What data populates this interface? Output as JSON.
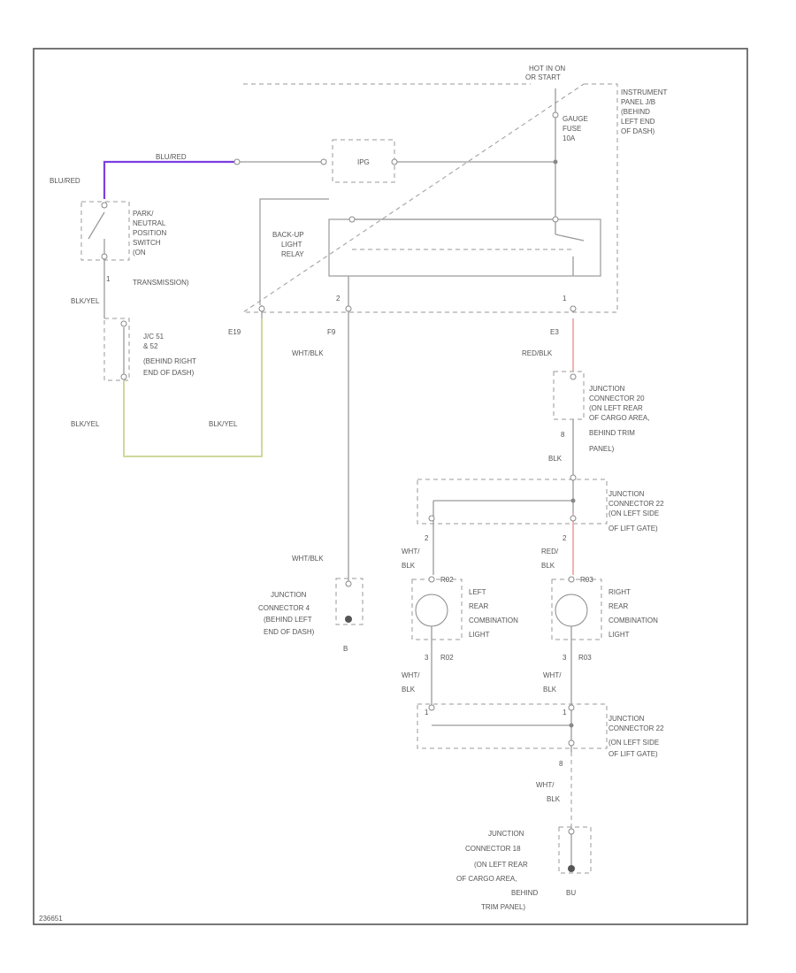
{
  "colors": {
    "wire_blu_red": "#7a3fe0",
    "wire_blk_yel": "#d0d89a",
    "wire_red_blk": "#f0a0a0",
    "wire_default": "#9a9a9a"
  },
  "labels": {
    "hot_in_on": "HOT IN ON",
    "hot_in_on2": "OR START",
    "ip_block_1": "INSTRUMENT",
    "ip_block_2": "PANEL J/B",
    "ip_block_3": "(BEHIND",
    "ip_block_4": "LEFT END",
    "ip_block_5": "OF DASH)",
    "gauge_fuse_1": "GAUGE",
    "gauge_fuse_2": "FUSE",
    "gauge_fuse_3": "10A",
    "ipg": "IPG",
    "blu_red_top": "BLU/RED",
    "blu_red_left": "BLU/RED",
    "pnp_1": "PARK/",
    "pnp_2": "NEUTRAL",
    "pnp_3": "POSITION",
    "pnp_4": "SWITCH",
    "pnp_5": "(ON",
    "pnp_6": "TRANSMISSION)",
    "relay_1": "BACK-UP",
    "relay_2": "LIGHT",
    "relay_3": "RELAY",
    "pin_e19": "E19",
    "pin_f9": "F9",
    "pin_e3": "E3",
    "pin_2": "2",
    "pin_1": "1",
    "pin_r_1": "1",
    "blk_yel_1": "BLK/YEL",
    "blk_yel_2": "BLK/YEL",
    "blk_yel_3": "BLK/YEL",
    "jc_ip_1": "J/C 51",
    "jc_ip_2": "& 52",
    "jc_ip_3": "(BEHIND RIGHT",
    "jc_ip_4": "END OF DASH)",
    "wht_blk_1": "WHT/BLK",
    "wht_blk_2": "WHT/BLK",
    "red_blk_1": "RED/BLK",
    "jc20_1": "JUNCTION",
    "jc20_2": "CONNECTOR 20",
    "jc20_3": "(ON LEFT REAR",
    "jc20_4": "OF CARGO AREA,",
    "jc20_5": "BEHIND TRIM",
    "jc20_6": "PANEL)",
    "blk_1": "BLK",
    "jc22_1": "JUNCTION",
    "jc22_2": "CONNECTOR 22",
    "jc22_3": "(ON LEFT SIDE",
    "jc22_4": "OF LIFT GATE)",
    "wht_blk_l1": "WHT/",
    "wht_blk_l2": "BLK",
    "red_blk_r1": "RED/",
    "red_blk_r2": "BLK",
    "jc4_1": "JUNCTION",
    "jc4_2": "CONNECTOR 4",
    "jc4_3": "(BEHIND LEFT",
    "jc4_4": "END OF DASH)",
    "lrcl_1": "LEFT",
    "lrcl_2": "REAR",
    "lrcl_3": "COMBINATION",
    "lrcl_4": "LIGHT",
    "rrcl_1": "RIGHT",
    "rrcl_2": "REAR",
    "rrcl_3": "COMBINATION",
    "rrcl_4": "LIGHT",
    "r02": "R02",
    "r03": "R03",
    "wht_blk_b1": "WHT/",
    "wht_blk_b2": "BLK",
    "wht_blk_c1": "WHT/",
    "wht_blk_c2": "BLK",
    "jc22b_1": "JUNCTION",
    "jc22b_2": "CONNECTOR 22",
    "jc22b_3": "(ON LEFT SIDE",
    "jc22b_4": "OF LIFT GATE)",
    "wht_blk_d1": "WHT/",
    "wht_blk_d2": "BLK",
    "jc18_1": "JUNCTION",
    "jc18_2": "CONNECTOR 18",
    "jc18_3": "(ON LEFT REAR",
    "jc18_4": "OF CARGO AREA,",
    "jc18_5": "BEHIND",
    "jc18_6": "TRIM PANEL)",
    "ground_b": "B",
    "ground_bu": "BU",
    "pin_8a": "8",
    "pin_8b": "8",
    "pin_3a": "3",
    "pin_3b": "3",
    "pin_2a": "2",
    "pin_2b": "2",
    "pin_1a": "1",
    "pin_1b": "1",
    "footer_code": "236651"
  }
}
